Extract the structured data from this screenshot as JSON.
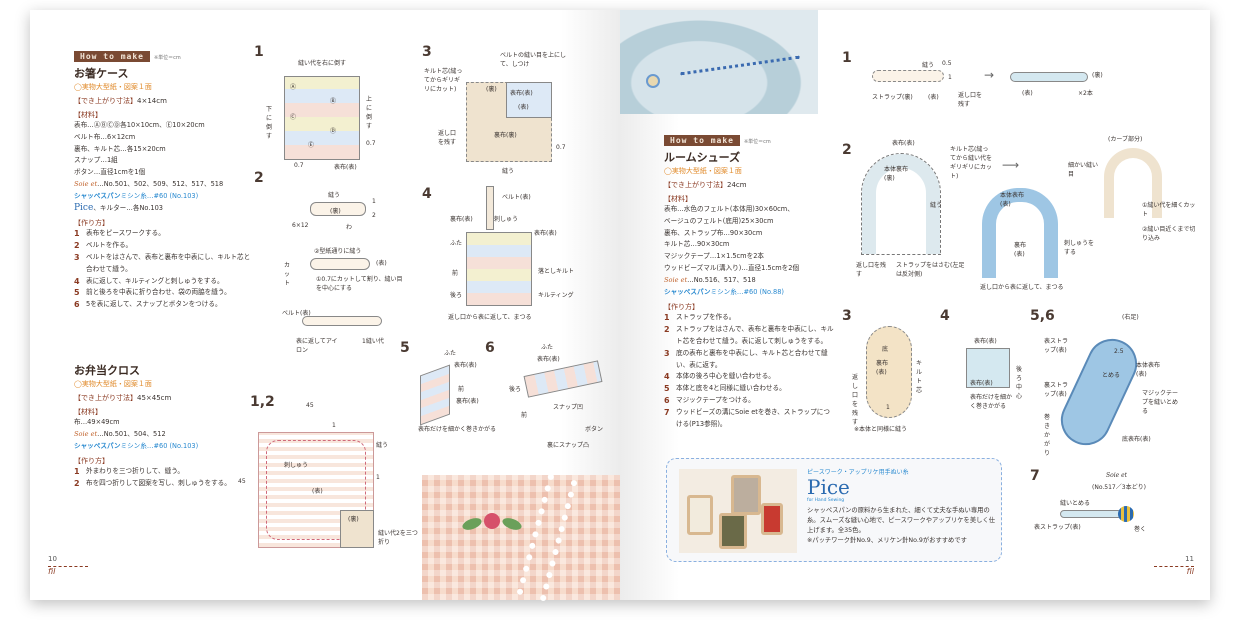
{
  "left": {
    "badge": "How to make",
    "unit": "※単位＝cm",
    "item1": {
      "title": "お箸ケース",
      "pattern": "◯実物大型紙・図案１面",
      "size_label": "【でき上がり寸法】",
      "size": "4×14cm",
      "materials_label": "【材料】",
      "materials": [
        "表布…ⒶⒷⒸⒹ各10×10cm、Ⓔ10×20cm",
        "ベルト布…6×12cm",
        "裏布、キルト芯…各15×20cm",
        "スナップ…1組",
        "ボタン…直径1cmを1個"
      ],
      "soie_brand": "Soie et",
      "soie": "…No.501、502、509、512、517、518",
      "sasha_brand": "シャッペスパン",
      "sasha": "ミシン糸…#60 (No.103)",
      "pice_brand": "Pice",
      "pice": "、キルター…各No.103",
      "steps_label": "【作り方】",
      "steps": [
        {
          "n": "1",
          "t": "表布をピースワークする。"
        },
        {
          "n": "2",
          "t": "ベルトを作る。"
        },
        {
          "n": "3",
          "t": "ベルトをはさんで、表布と裏布を中表にし、キルト芯と合わせて縫う。"
        },
        {
          "n": "4",
          "t": "表に返して、キルティングと刺しゅうをする。"
        },
        {
          "n": "5",
          "t": "前と後ろを中表に折り合わせ、袋の両脇を縫う。"
        },
        {
          "n": "6",
          "t": "5を表に返して、スナップとボタンをつける。"
        }
      ]
    },
    "item2": {
      "title": "お弁当クロス",
      "pattern": "◯実物大型紙・図案１面",
      "size_label": "【でき上がり寸法】",
      "size": "45×45cm",
      "materials_label": "【材料】",
      "materials": [
        "布…49×49cm"
      ],
      "soie_brand": "Soie et",
      "soie": "…No.501、504、512",
      "sasha_brand": "シャッペスパン",
      "sasha": "ミシン糸…#60 (No.103)",
      "steps_label": "【作り方】",
      "steps": [
        {
          "n": "1",
          "t": "外まわりを三つ折りして、縫う。"
        },
        {
          "n": "2",
          "t": "布を四つ折りして図案を写し、刺しゅうをする。"
        }
      ]
    },
    "diagrams": {
      "d1": {
        "n": "1",
        "labels": [
          "縫い代を右に倒す",
          "上に倒す",
          "下に倒す",
          "0.7",
          "0.7",
          "表布(表)",
          "Ⓐ",
          "Ⓑ",
          "Ⓒ",
          "Ⓓ",
          "Ⓔ"
        ]
      },
      "d2": {
        "n": "2",
        "labels": [
          "縫う",
          "(裏)",
          "6×12",
          "1",
          "2",
          "わ",
          "①0.7にカットして割り、縫い目を中心にする",
          "②型紙通りに縫う",
          "(表)",
          "カット",
          "ベルト(表)",
          "表に返してアイロン",
          "1縫い代"
        ]
      },
      "d3": {
        "n": "3",
        "labels": [
          "ベルトの縫い目を上にして、しつけ",
          "キルト芯(縫ってからギリギリにカット)",
          "(裏)",
          "表布(表)",
          "(表)",
          "裏布(裏)",
          "返し口を残す",
          "0.7",
          "縫う"
        ]
      },
      "d4": {
        "n": "4",
        "labels": [
          "ベルト(表)",
          "裏布(表)",
          "刺しゅう",
          "表布(表)",
          "ふた",
          "前",
          "後ろ",
          "落としキルト",
          "キルティング",
          "返し口から表に返して、まつる"
        ]
      },
      "d5": {
        "n": "5",
        "labels": [
          "ふた",
          "表布(表)",
          "前",
          "裏布(表)",
          "表布だけを細かく巻きかがる"
        ]
      },
      "d6": {
        "n": "6",
        "labels": [
          "ふた",
          "表布(表)",
          "後ろ",
          "前",
          "スナップ凹",
          "ボタン",
          "裏にスナップ凸"
        ]
      },
      "d12": {
        "n": "1,2",
        "labels": [
          "45",
          "45",
          "1",
          "1",
          "縫う",
          "刺しゅう",
          "(表)",
          "(裏)",
          "縫い代2を三つ折り"
        ]
      }
    },
    "page_number": "10",
    "folio": "fil"
  },
  "right": {
    "badge": "How to make",
    "unit": "※単位＝cm",
    "item": {
      "title": "ルームシューズ",
      "pattern": "◯実物大型紙・図案１面",
      "size_label": "【でき上がり寸法】",
      "size": "24cm",
      "materials_label": "【材料】",
      "materials": [
        "表布…水色のフェルト(本体用)30×60cm、",
        "ベージュのフェルト(底用)25×30cm",
        "裏布、ストラップ布…90×30cm",
        "キルト芯…90×30cm",
        "マジックテープ…1×1.5cmを2本",
        "ウッドビーズマル(溝入り)…直径1.5cmを2個"
      ],
      "soie_brand": "Soie et",
      "soie": "…No.516、517、518",
      "sasha_brand": "シャッペスパン",
      "sasha": "ミシン糸…#60 (No.88)",
      "steps_label": "【作り方】",
      "steps": [
        {
          "n": "1",
          "t": "ストラップを作る。"
        },
        {
          "n": "2",
          "t": "ストラップをはさんで、表布と裏布を中表にし、キルト芯を合わせて縫う。表に返して刺しゅうをする。"
        },
        {
          "n": "3",
          "t": "底の表布と裏布を中表にし、キルト芯と合わせて縫い、表に返す。"
        },
        {
          "n": "4",
          "t": "本体の後ろ中心を縫い合わせる。"
        },
        {
          "n": "5",
          "t": "本体と底を4と同様に縫い合わせる。"
        },
        {
          "n": "6",
          "t": "マジックテープをつける。"
        },
        {
          "n": "7",
          "t": "ウッドビーズの溝にSoie etを巻き、ストラップにつける(P13参照)。"
        }
      ]
    },
    "pice_box": {
      "kicker": "ピースワーク・アップリケ用手ぬい糸",
      "name": "Pice",
      "sub": "for Hand Sewing",
      "body": "シャッペスパンの原料から生まれた、細くて丈夫な手ぬい専用の糸。スムーズな縫い心地で、ピースワークやアップリケを美しく仕上げます。全35色。",
      "note": "※パッチワーク針No.9、メリケン針No.9がおすすめです"
    },
    "diagrams": {
      "d1": {
        "n": "1",
        "labels": [
          "縫う",
          "0.5",
          "1",
          "ストラップ(裏)",
          "(表)",
          "返し口を残す",
          "(表)",
          "(裏)",
          "×2本"
        ]
      },
      "d2": {
        "n": "2",
        "labels": [
          "表布(表)",
          "本体裏布(裏)",
          "キルト芯(縫ってから縫い代をギリギリにカット)",
          "縫う",
          "返し口を残す",
          "ストラップをはさむ(左足は反対側)",
          "本体表布(表)",
          "裏布(表)",
          "刺しゅうをする",
          "返し口から表に返して、まつる",
          "(カーブ部分)",
          "細かい縫い目",
          "①縫い代を細くカット",
          "②縫い目近くまで切り込み"
        ]
      },
      "d3": {
        "n": "3",
        "labels": [
          "底",
          "裏布(表)",
          "キルト芯",
          "返し口を残す",
          "1",
          "※本体と同様に縫う"
        ]
      },
      "d4": {
        "n": "4",
        "labels": [
          "表布(表)",
          "後ろ中心",
          "表布(表)",
          "表布だけを細かく巻きかがる"
        ]
      },
      "d56": {
        "n": "5,6",
        "labels": [
          "(右足)",
          "表ストラップ(表)",
          "裏ストラップ(表)",
          "2.5",
          "本体表布(表)",
          "とめる",
          "マジックテープを縫いとめる",
          "巻きかがり",
          "底表布(表)"
        ]
      },
      "d7": {
        "n": "7",
        "labels": [
          "Soie et",
          "(No.517／3本どり)",
          "縫いとめる",
          "表ストラップ(表)",
          "巻く"
        ]
      }
    },
    "page_number": "11",
    "folio": "fil"
  }
}
